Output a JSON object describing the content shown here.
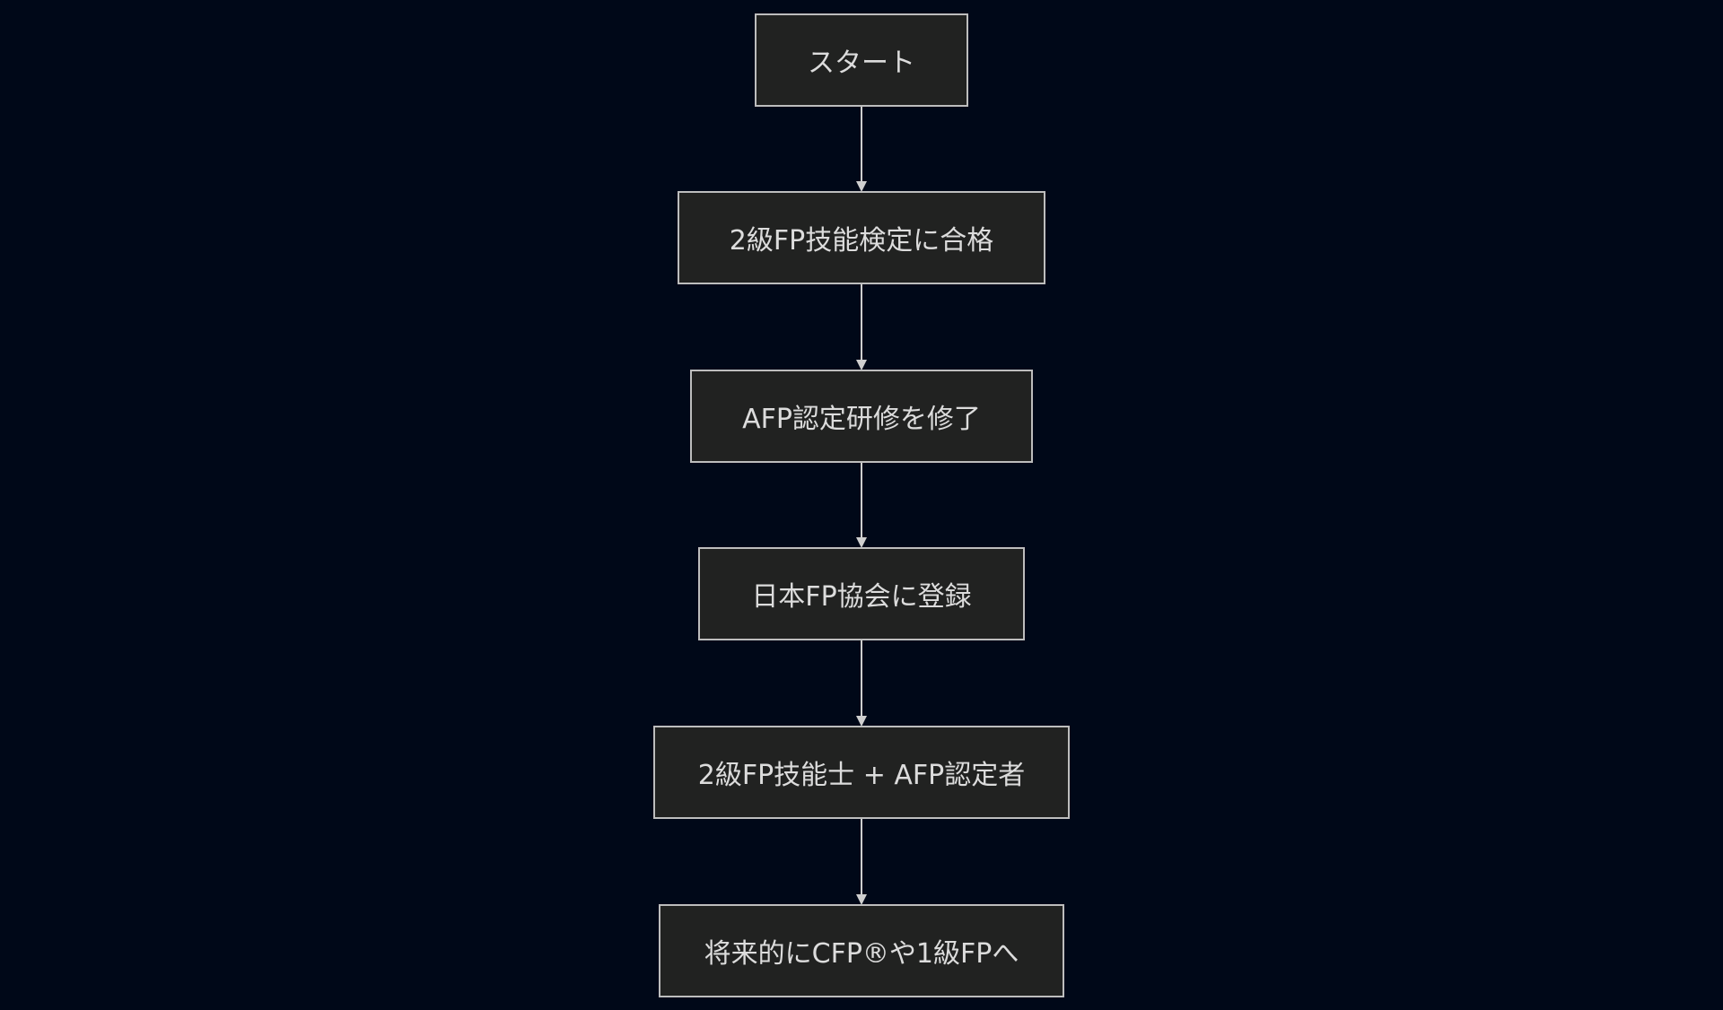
{
  "flowchart": {
    "nodes": [
      {
        "id": "start",
        "label": "スタート"
      },
      {
        "id": "pass_exam",
        "label": "2級FP技能検定に合格"
      },
      {
        "id": "afp_training",
        "label": "AFP認定研修を修了"
      },
      {
        "id": "register",
        "label": "日本FP協会に登録"
      },
      {
        "id": "certified",
        "label": "2級FP技能士 + AFP認定者"
      },
      {
        "id": "future",
        "label": "将来的にCFP®や1級FPへ"
      }
    ],
    "edges": [
      {
        "from": "start",
        "to": "pass_exam"
      },
      {
        "from": "pass_exam",
        "to": "afp_training"
      },
      {
        "from": "afp_training",
        "to": "register"
      },
      {
        "from": "register",
        "to": "certified"
      },
      {
        "from": "certified",
        "to": "future"
      }
    ]
  },
  "colors": {
    "background": "#000818",
    "node_fill": "#212221",
    "node_border": "#bdbdbd",
    "text": "#dcdcdc",
    "edge": "#cfcfcf"
  }
}
